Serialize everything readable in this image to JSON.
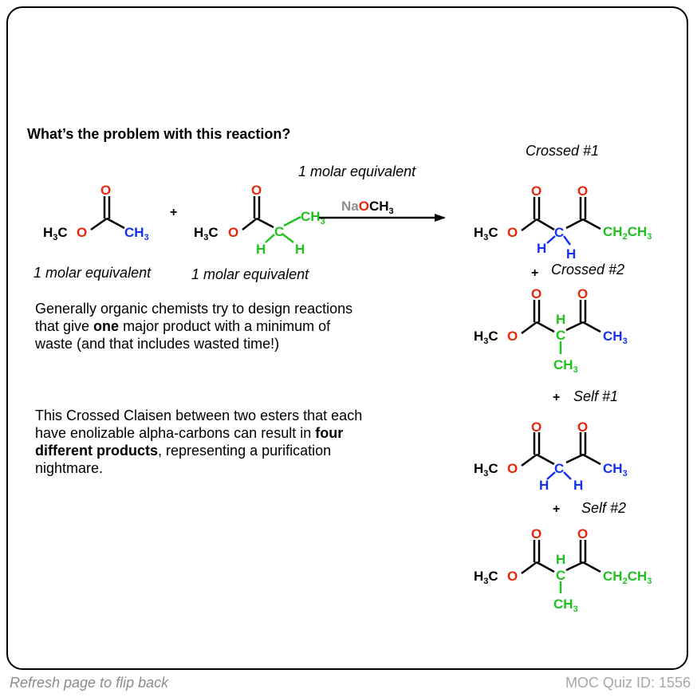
{
  "question": "What’s the problem with this reaction?",
  "reagent_equiv": "1 molar equivalent",
  "reactant1_equiv": "1 molar equivalent",
  "reactant2_equiv": "1 molar equivalent",
  "plus": "+",
  "reagent": {
    "na": "Na",
    "o": "O",
    "ch3": "CH"
  },
  "product_labels": [
    "Crossed #1",
    "Crossed #2",
    "Self #1",
    "Self #2"
  ],
  "para1": {
    "pre": "Generally organic chemists try to design reactions that give ",
    "bold": "one",
    "post": " major product with a minimum of waste (and that includes wasted time!)"
  },
  "para2": {
    "pre": "This Crossed Claisen between two esters that each have enolizable alpha-carbons can result in ",
    "bold": "four different products",
    "post": ", representing a purification nightmare."
  },
  "atoms": {
    "h3c": "H",
    "three": "3",
    "c": "C",
    "o": "O",
    "ch": "CH",
    "h": "H",
    "ch2ch3_a": "CH",
    "ch2ch3_b": "CH",
    "two": "2"
  },
  "footer": {
    "left": "Refresh page to flip back",
    "right": "MOC Quiz ID: 1556"
  },
  "colors": {
    "red": "#e8260a",
    "blue": "#1430f0",
    "green": "#1fc21f",
    "gray": "#8c8c8c",
    "black": "#000000"
  }
}
